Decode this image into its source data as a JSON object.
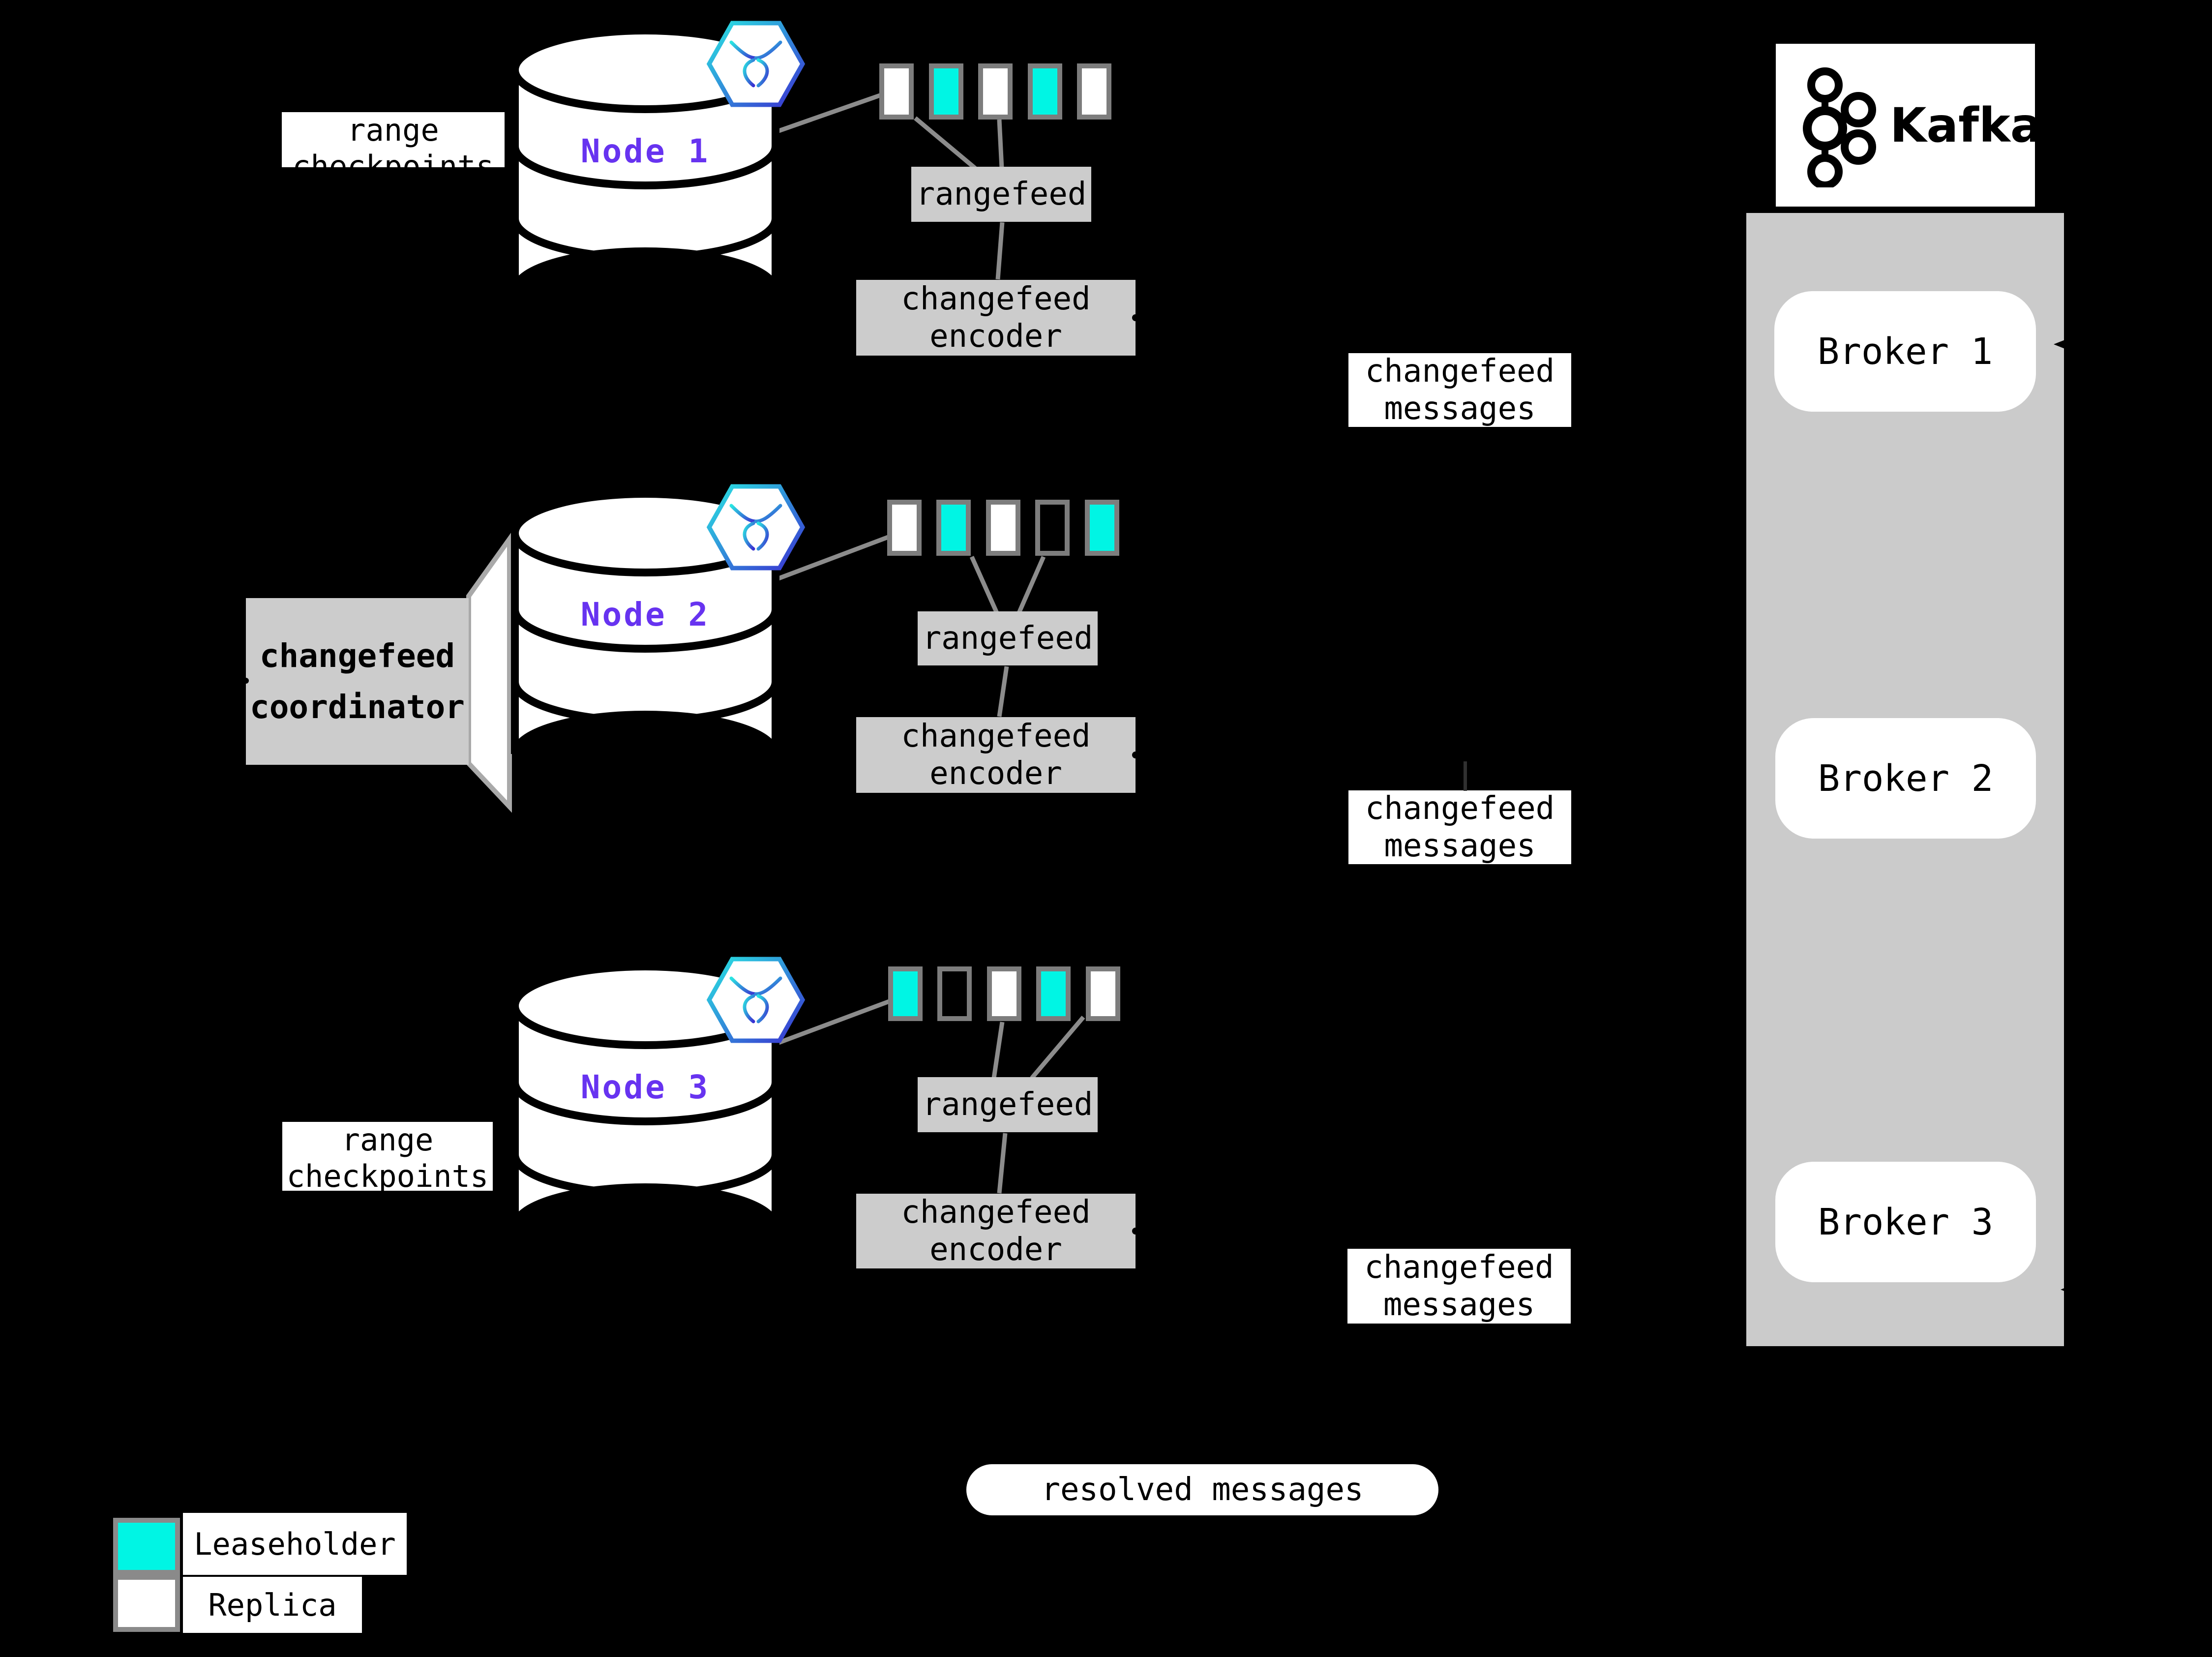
{
  "nodes": [
    {
      "name": "Node 1",
      "ranges": [
        "replica",
        "leaseholder",
        "replica",
        "leaseholder",
        "replica"
      ]
    },
    {
      "name": "Node 2",
      "ranges": [
        "replica",
        "leaseholder",
        "replica",
        "empty",
        "leaseholder"
      ]
    },
    {
      "name": "Node 3",
      "ranges": [
        "leaseholder",
        "empty",
        "replica",
        "leaseholder",
        "replica"
      ]
    }
  ],
  "labels": {
    "rangefeed": "rangefeed",
    "changefeed": "changefeed",
    "encoder": "encoder",
    "messages": "messages",
    "range": "range",
    "checkpoints": "checkpoints",
    "coordinator": "coordinator",
    "resolved_messages": "resolved messages"
  },
  "kafka": {
    "wordmark": "Kafka",
    "brokers": [
      {
        "label": "Broker 1"
      },
      {
        "label": "Broker 2"
      },
      {
        "label": "Broker 3"
      }
    ]
  },
  "legend": {
    "items": [
      {
        "swatch": "leaseholder",
        "label": "Leaseholder"
      },
      {
        "swatch": "replica",
        "label": "Replica"
      }
    ]
  },
  "colors": {
    "leaseholder_fill": "#00f5e4",
    "replica_fill": "#ffffff",
    "node_label_purple": "#6733f0",
    "panel_gray": "#cbcbcb",
    "box_gray": "#cccccc",
    "connector_gray": "#8c8c8c",
    "badge_gradient_start": "#29e6e2",
    "badge_gradient_end": "#3a2fd1"
  }
}
